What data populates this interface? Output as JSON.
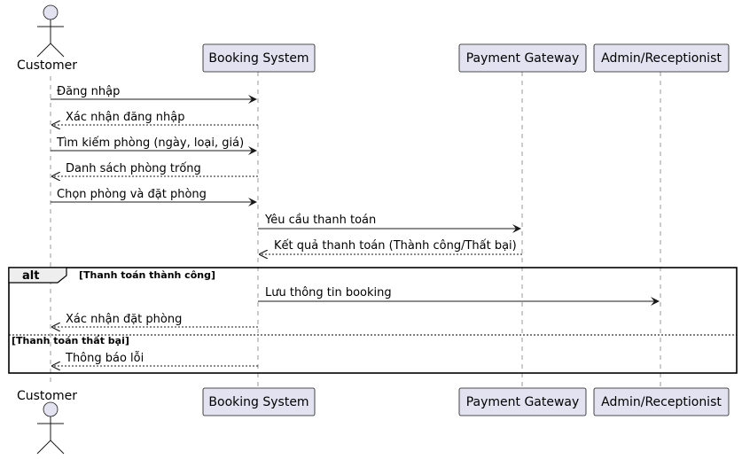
{
  "participants": {
    "customer": "Customer",
    "booking": "Booking System",
    "payment": "Payment Gateway",
    "admin": "Admin/Receptionist"
  },
  "messages": [
    "Đăng nhập",
    "Xác nhận đăng nhập",
    "Tìm kiếm phòng (ngày, loại, giá)",
    "Danh sách phòng trống",
    "Chọn phòng và đặt phòng",
    "Yêu cầu thanh toán",
    "Kết quả thanh toán (Thành công/Thất bại)",
    "Lưu thông tin booking",
    "Xác nhận đặt phòng",
    "Thông báo lỗi"
  ],
  "alt_fragment": {
    "keyword": "alt",
    "guard_success": "[Thanh toán thành công]",
    "guard_failure": "[Thanh toán thất bại]"
  }
}
